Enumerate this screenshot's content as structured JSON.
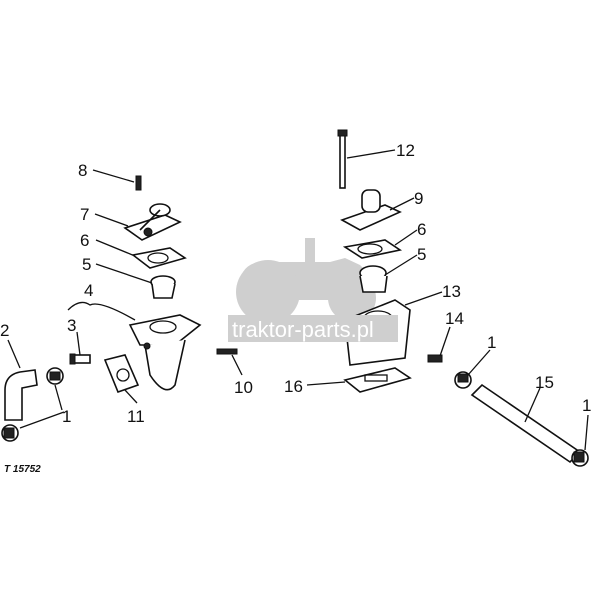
{
  "figure_id": "T 15752",
  "watermark": "traktor-parts.pl",
  "callouts": [
    "8",
    "7",
    "6",
    "5",
    "4",
    "3",
    "2",
    "1",
    "11",
    "10",
    "12",
    "9",
    "6",
    "5",
    "13",
    "14",
    "1",
    "15",
    "1",
    "16"
  ]
}
